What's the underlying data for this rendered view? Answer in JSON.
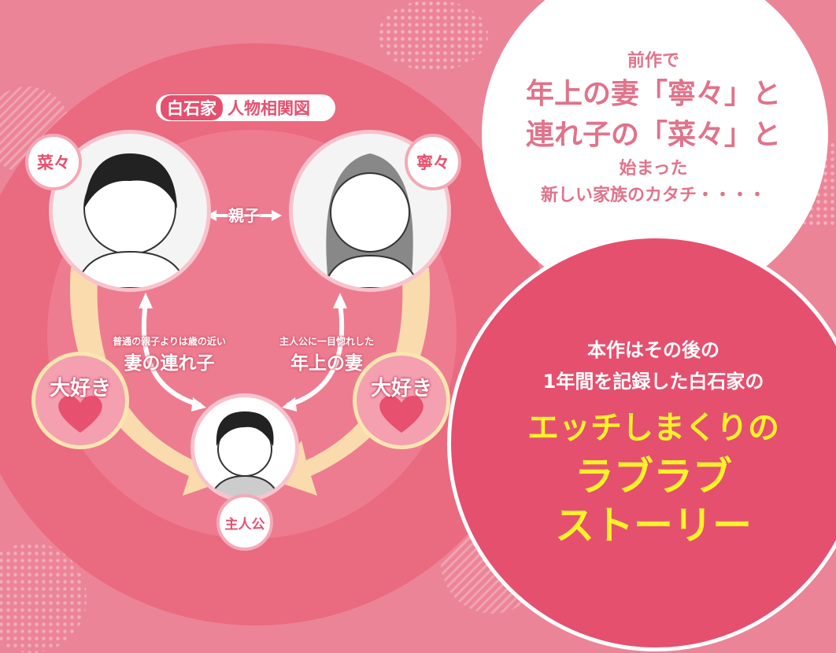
{
  "chart_title": {
    "family": "白石家",
    "label": "人物相関図"
  },
  "characters": {
    "nana": {
      "name": "菜々",
      "subtitle": "普通の親子よりは歳の近い",
      "role": "妻の連れ子"
    },
    "nene": {
      "name": "寧々",
      "subtitle": "主人公に一目惚れした",
      "role": "年上の妻"
    },
    "protagonist": {
      "name": "主人公"
    }
  },
  "relations": {
    "parent_child": "親子",
    "love_left": "大好き",
    "love_right": "大好き"
  },
  "intro": {
    "line1": "前作で",
    "line2": "年上の妻「寧々」と",
    "line3": "連れ子の「菜々」と",
    "line4": "始まった",
    "line5": "新しい家族のカタチ・・・・"
  },
  "pitch": {
    "line1": "本作はその後の",
    "line2": "1年間を記録した白石家の",
    "hl1": "エッチしまくりの",
    "hl2": "ラブラブ",
    "hl3": "ストーリー"
  },
  "colors": {
    "background": "#ec8497",
    "accent": "#e5506f",
    "highlight": "#fff22a",
    "arrow": "#fbe6b0"
  }
}
